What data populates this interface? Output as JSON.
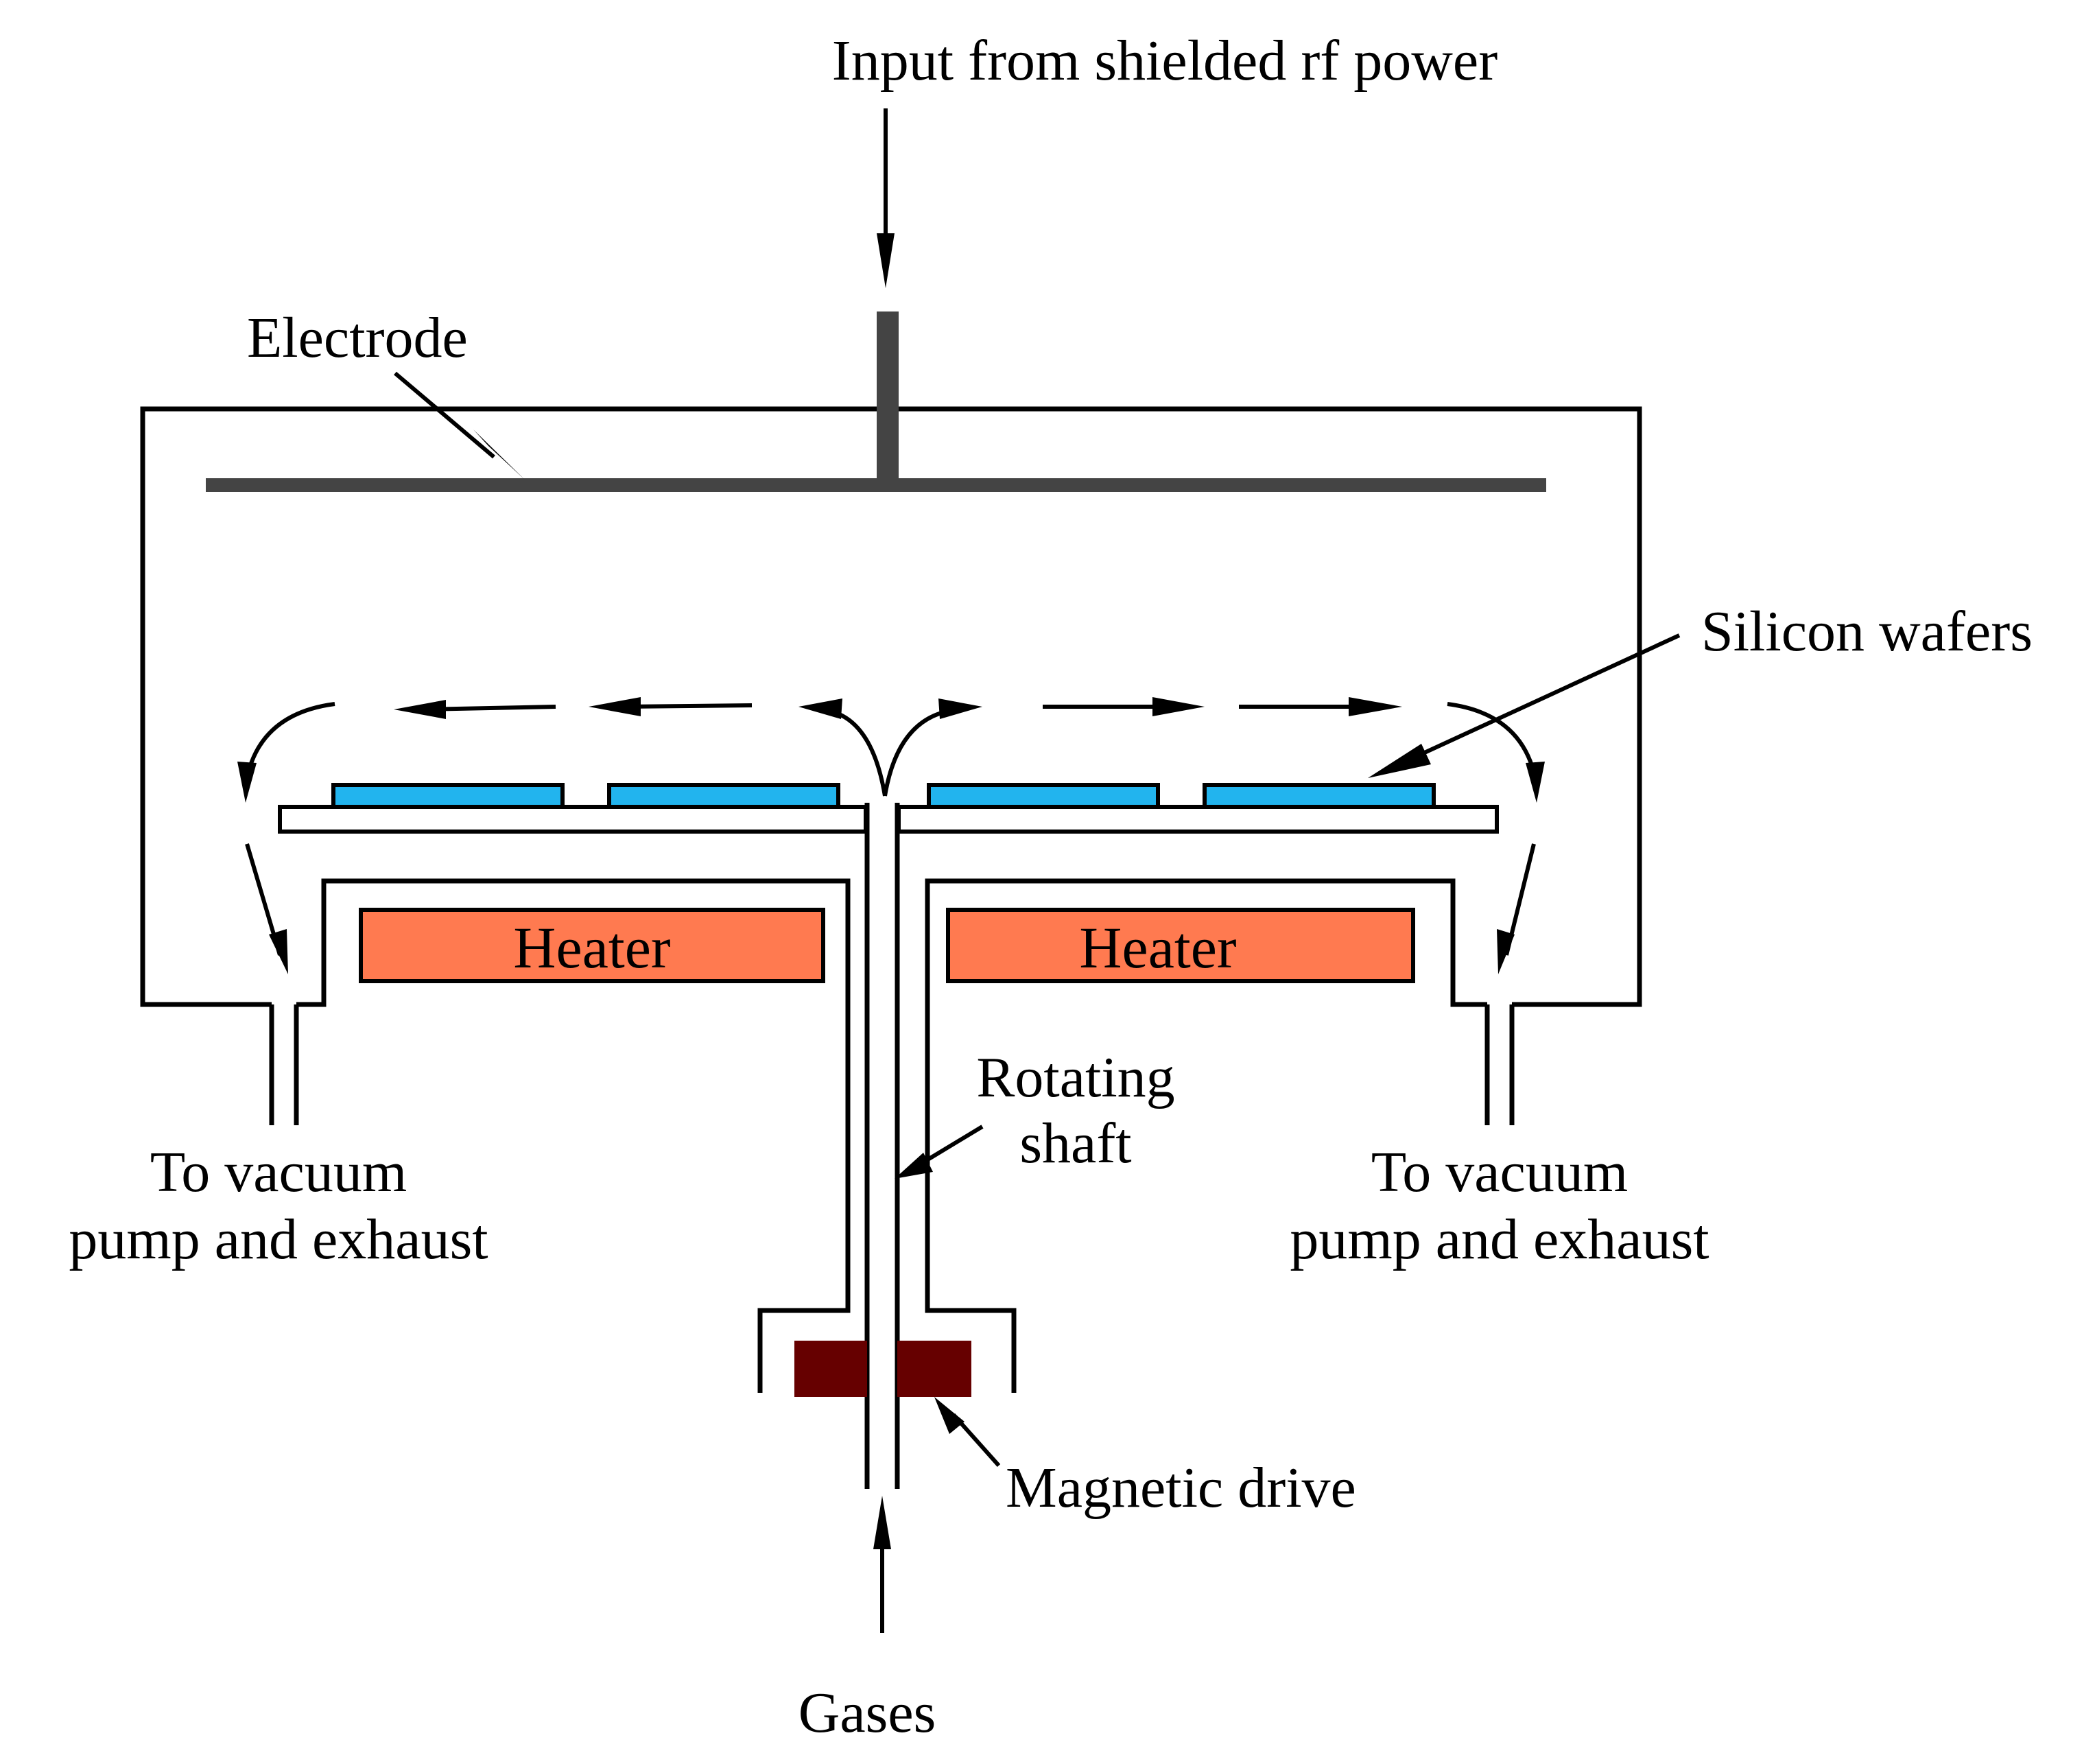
{
  "labels": {
    "rf_input": "Input from shielded rf power",
    "electrode": "Electrode",
    "silicon_wafers": "Silicon wafers",
    "heater_left": "Heater",
    "heater_right": "Heater",
    "rotating_shaft_line1": "Rotating",
    "rotating_shaft_line2": "shaft",
    "vacuum_left_line1": "To vacuum",
    "vacuum_left_line2": "pump and exhaust",
    "vacuum_right_line1": "To vacuum",
    "vacuum_right_line2": "pump and exhaust",
    "magnetic_drive": "Magnetic drive",
    "gases": "Gases"
  },
  "colors": {
    "electrode": "#444444",
    "wafer": "#22b4ee",
    "heater": "#ff7a50",
    "magnetic_drive": "#660000",
    "outline": "#000000"
  }
}
